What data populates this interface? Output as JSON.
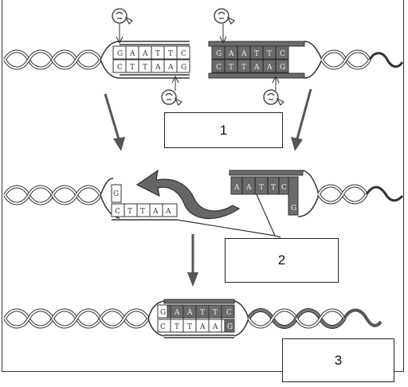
{
  "labels": {
    "box1": "1",
    "box2": "2",
    "box3": "3"
  },
  "bases": {
    "top_left_upper": [
      "G",
      "A",
      "A",
      "T",
      "T",
      "C"
    ],
    "top_left_lower": [
      "C",
      "T",
      "T",
      "A",
      "A",
      "G"
    ],
    "top_right_upper": [
      "G",
      "A",
      "A",
      "T",
      "T",
      "C"
    ],
    "top_right_lower": [
      "C",
      "T",
      "T",
      "A",
      "A",
      "G"
    ],
    "mid_left_upper": [
      "G"
    ],
    "mid_left_lower": [
      "C",
      "T",
      "T",
      "A",
      "A"
    ],
    "mid_right_upper": [
      "A",
      "A",
      "T",
      "T",
      "C"
    ],
    "mid_right_lower": [
      "G"
    ],
    "bottom_upper": [
      "G",
      "A",
      "A",
      "T",
      "T",
      "C"
    ],
    "bottom_lower": [
      "C",
      "T",
      "T",
      "A",
      "A",
      "G"
    ]
  },
  "colors": {
    "dark_strand": "#6b6b6b",
    "light_strand": "#ffffff",
    "outline": "#333333",
    "arrow": "#555555"
  }
}
